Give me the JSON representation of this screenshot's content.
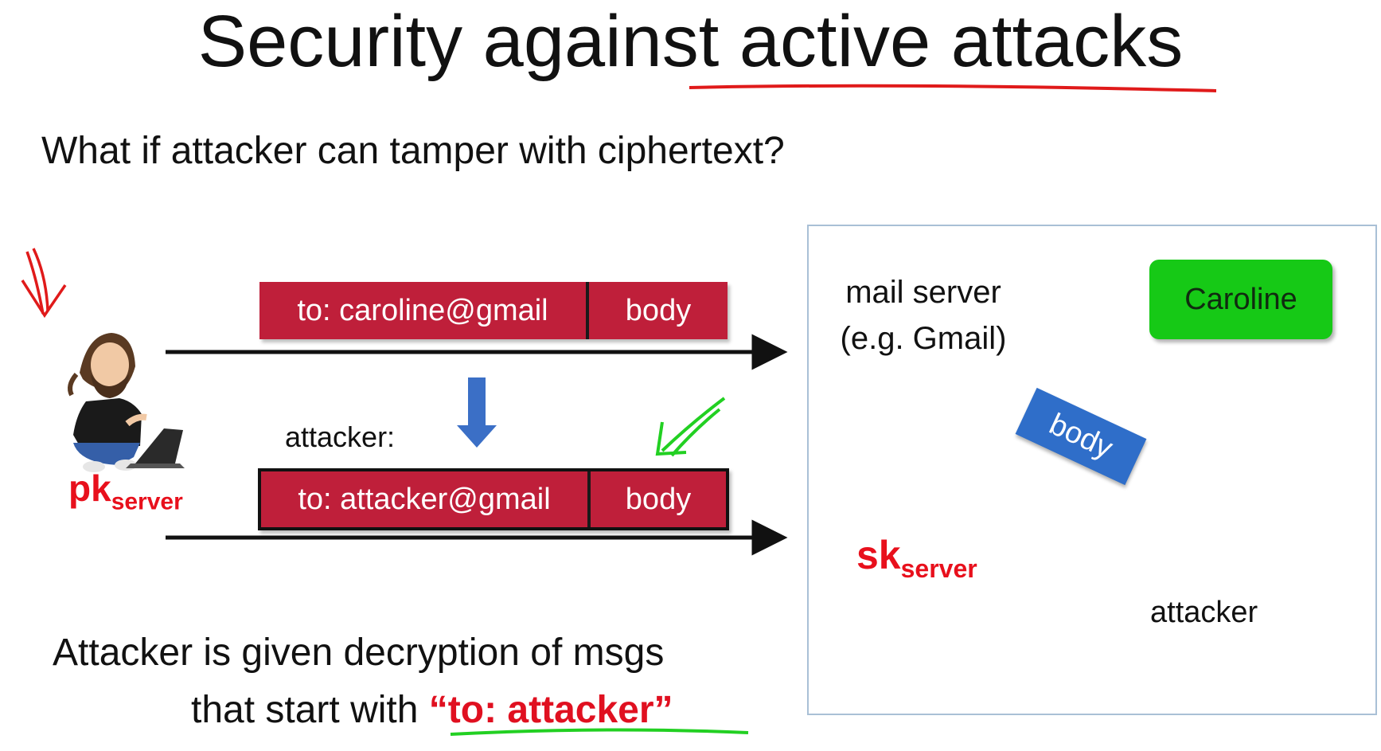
{
  "title": "Security against active attacks",
  "question": "What if attacker can tamper with ciphertext?",
  "message_original": {
    "to": "to: caroline@gmail",
    "body": "body"
  },
  "message_tampered": {
    "to": "to: attacker@gmail",
    "body": "body"
  },
  "attacker_label": "attacker:",
  "public_key": {
    "main": "pk",
    "sub": "server"
  },
  "secret_key": {
    "main": "sk",
    "sub": "server"
  },
  "mail_server": {
    "line1": "mail server",
    "line2": "(e.g. Gmail)"
  },
  "recipient": "Caroline",
  "decrypted_body": "body",
  "attacker_name": "attacker",
  "conclusion": {
    "line1": "Attacker is given decryption of msgs",
    "line2_prefix": "that start with ",
    "line2_highlight": "“to: attacker”"
  },
  "colors": {
    "ciphertext": "#bf1f3a",
    "key_text": "#e8101c",
    "recipient_box": "#16c916",
    "plaintext_tag": "#2f6ec9",
    "annotation_red": "#e01a1a",
    "annotation_green": "#22d022"
  },
  "icons": [
    "user-with-laptop-icon",
    "server-tower-icon",
    "hooded-attacker-icon",
    "down-arrow-icon"
  ]
}
